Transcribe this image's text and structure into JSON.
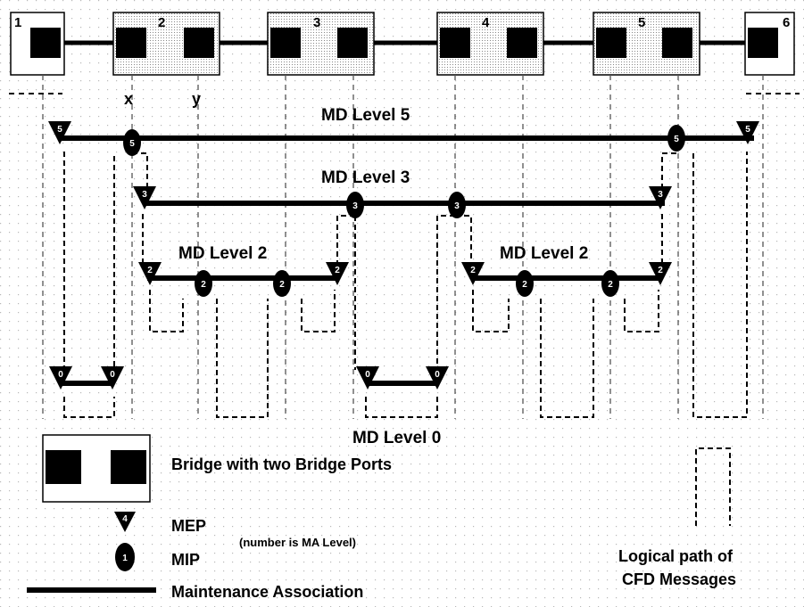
{
  "bridges": [
    {
      "number": "1"
    },
    {
      "number": "2"
    },
    {
      "number": "3"
    },
    {
      "number": "4"
    },
    {
      "number": "5"
    },
    {
      "number": "6"
    }
  ],
  "port_labels": {
    "x": "x",
    "y": "y"
  },
  "md_levels": [
    {
      "label": "MD Level  5",
      "level": "5"
    },
    {
      "label": "MD Level  3",
      "level": "3"
    },
    {
      "label": "MD Level  2",
      "level": "2"
    },
    {
      "label": "MD Level  2",
      "level": "2"
    },
    {
      "label": "MD Level  0",
      "level": "0"
    }
  ],
  "legend": {
    "bridge": "Bridge with two Bridge Ports",
    "mep": "MEP",
    "mep_sample": "4",
    "ma_note": "(number is MA Level)",
    "mip": "MIP",
    "mip_sample": "1",
    "ma": "Maintenance Association",
    "path_line1": "Logical path of",
    "path_line2": "CFD Messages"
  }
}
